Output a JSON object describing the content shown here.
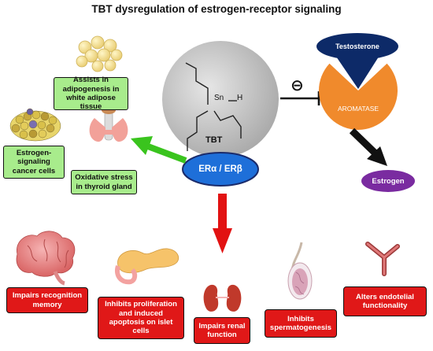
{
  "title": "TBT dysregulation of estrogen-receptor signaling",
  "molecule": {
    "label": "TBT",
    "atom_sn": "Sn",
    "atom_h": "H"
  },
  "receptor": {
    "label": "ERα / ERβ"
  },
  "inhibition_symbol": "⊖",
  "aromatase": {
    "substrate": "Testosterone",
    "enzyme": "AROMATASE",
    "product": "Estrogen"
  },
  "effects_upper": [
    {
      "id": "adipo",
      "text": "Assists in adipogenesis in white adipose tissue",
      "image": "fat-cells-icon"
    },
    {
      "id": "cancer",
      "text": "Estrogen-signaling cancer cells",
      "image": "cancer-cells-icon"
    },
    {
      "id": "thyroid",
      "text": "Oxidative stress in thyroid gland",
      "image": "thyroid-icon"
    }
  ],
  "effects_lower": [
    {
      "id": "brain",
      "text": "Impairs recognition memory",
      "image": "brain-icon"
    },
    {
      "id": "pancreas",
      "text": "Inhibits proliferation and induced apoptosis on islet cells",
      "image": "pancreas-icon"
    },
    {
      "id": "kidney",
      "text": "Impairs renal function",
      "image": "kidney-icon"
    },
    {
      "id": "testis",
      "text": "Inhibits spermatogenesis",
      "image": "testis-icon"
    },
    {
      "id": "vessel",
      "text": "Alters endotelial functionality",
      "image": "blood-vessel-icon"
    }
  ],
  "colors": {
    "effect_box_green": "#a8ec8c",
    "effect_box_red": "#e01818",
    "arrow_green": "#3ac41e",
    "arrow_red": "#e21212",
    "receptor_fill": "#1e6fd9",
    "molecule_fill": "#bdbdbd",
    "aromatase_fill": "#f08a2c",
    "testosterone_fill": "#0d2a68",
    "estrogen_fill": "#7a2ba0"
  }
}
